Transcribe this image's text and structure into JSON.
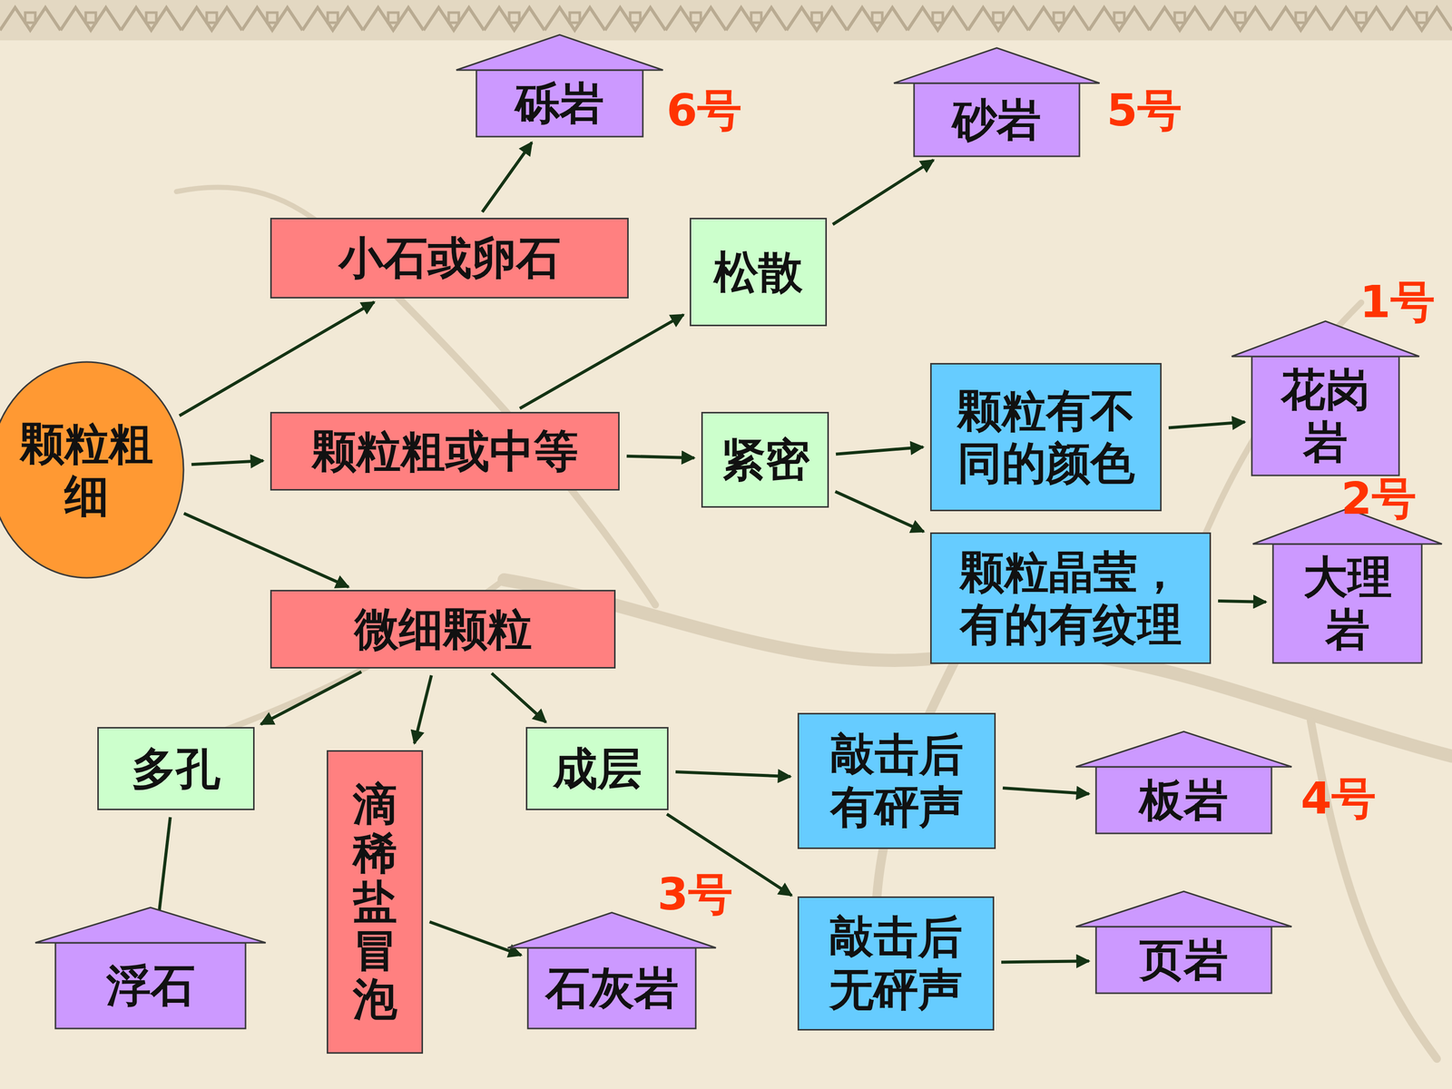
{
  "diagram": {
    "nodes": [
      {
        "text": [
          "砾岩"
        ]
      },
      {
        "text": [
          "砂岩"
        ]
      },
      {
        "text": [
          "小石或卵石"
        ]
      },
      {
        "text": [
          "松散"
        ]
      },
      {
        "text": [
          "颗粒粗细"
        ]
      },
      {
        "text": [
          "颗粒粗或中等"
        ]
      },
      {
        "text": [
          "紧密"
        ]
      },
      {
        "text": [
          "颗粒有不同的颜色"
        ]
      },
      {
        "text": [
          "花岗岩"
        ]
      },
      {
        "text": [
          "颗粒晶莹，有的有纹理"
        ]
      },
      {
        "text": [
          "大理岩"
        ]
      },
      {
        "text": [
          "微细颗粒"
        ]
      },
      {
        "text": [
          "多孔"
        ]
      },
      {
        "text": [
          "滴稀盐冒泡"
        ]
      },
      {
        "text": [
          "成层"
        ]
      },
      {
        "text": [
          "敲击后有砰声"
        ]
      },
      {
        "text": [
          "板岩"
        ]
      },
      {
        "text": [
          "敲击后无砰声"
        ]
      },
      {
        "text": [
          "页岩"
        ]
      },
      {
        "text": [
          "浮石"
        ]
      },
      {
        "text": [
          "石灰岩"
        ]
      }
    ],
    "edges": [
      {
        "from": 4,
        "to": 2,
        "arrow": "to"
      },
      {
        "from": 4,
        "to": 5,
        "arrow": "to"
      },
      {
        "from": 4,
        "to": 11,
        "arrow": "to"
      },
      {
        "from": 2,
        "to": 0,
        "arrow": "to"
      },
      {
        "from": 5,
        "to": 3,
        "arrow": "to"
      },
      {
        "from": 5,
        "to": 6,
        "arrow": "to"
      },
      {
        "from": 3,
        "to": 1,
        "arrow": "to"
      },
      {
        "from": 6,
        "to": 7,
        "arrow": "to"
      },
      {
        "from": 6,
        "to": 9,
        "arrow": "to"
      },
      {
        "from": 7,
        "to": 8,
        "arrow": "to"
      },
      {
        "from": 9,
        "to": 10,
        "arrow": "to"
      },
      {
        "from": 11,
        "to": 12,
        "arrow": "to"
      },
      {
        "from": 11,
        "to": 13,
        "arrow": "to"
      },
      {
        "from": 11,
        "to": 14,
        "arrow": "to"
      },
      {
        "from": 12,
        "to": 19,
        "arrow": "to"
      },
      {
        "from": 13,
        "to": 20,
        "arrow": "to"
      },
      {
        "from": 14,
        "to": 15,
        "arrow": "to"
      },
      {
        "from": 14,
        "to": 17,
        "arrow": "to"
      },
      {
        "from": 15,
        "to": 16,
        "arrow": "to"
      },
      {
        "from": 17,
        "to": 18,
        "arrow": "to"
      }
    ],
    "labels": [
      "6号",
      "5号",
      "1号",
      "2号",
      "4号",
      "3号"
    ]
  }
}
